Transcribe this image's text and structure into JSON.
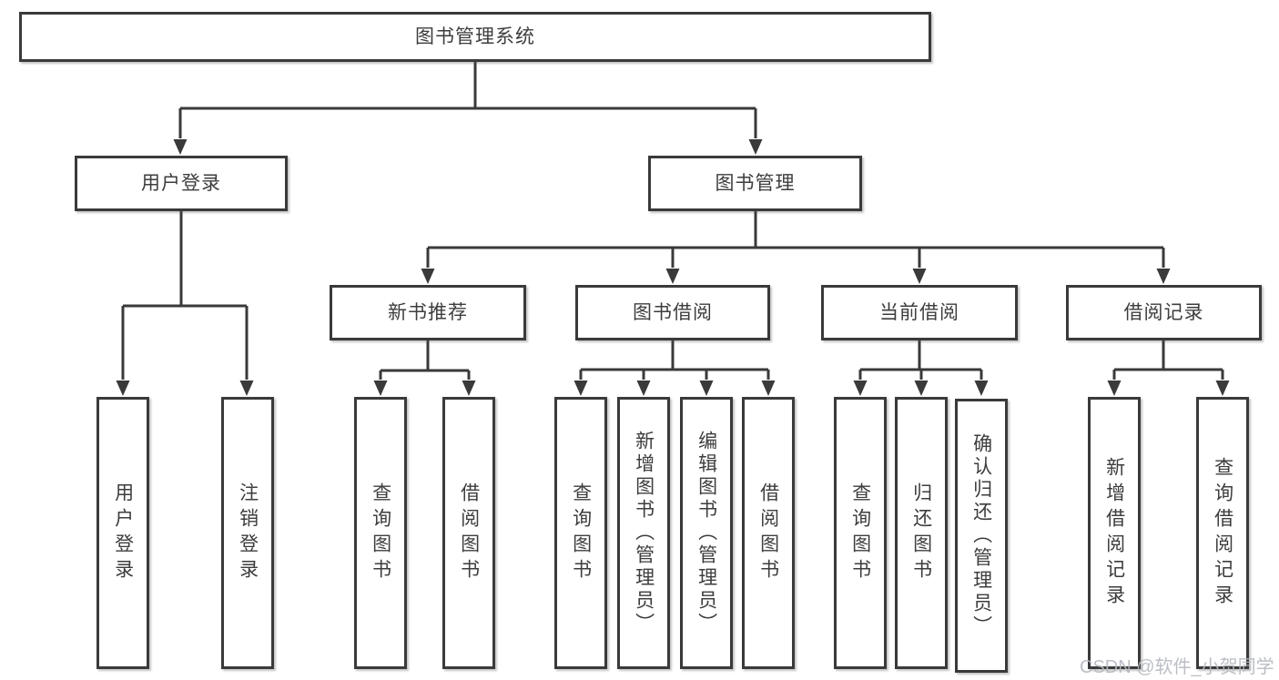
{
  "diagram": {
    "title": "图书管理系统",
    "nodes": {
      "root": "图书管理系统",
      "user_login": "用户登录",
      "book_mgmt": "图书管理",
      "new_book_rec": "新书推荐",
      "book_borrow": "图书借阅",
      "current_borrow": "当前借阅",
      "borrow_records": "借阅记录",
      "leaf_user_login": "用户登录",
      "leaf_logout": "注销登录",
      "leaf_query_book_1": "查询图书",
      "leaf_borrow_book_1": "借阅图书",
      "leaf_query_book_2": "查询图书",
      "leaf_add_book": "新增图书（管理员）",
      "leaf_edit_book": "编辑图书（管理员）",
      "leaf_borrow_book_2": "借阅图书",
      "leaf_query_book_3": "查询图书",
      "leaf_return_book": "归还图书",
      "leaf_confirm_return": "确认归还（管理员）",
      "leaf_add_record": "新增借阅记录",
      "leaf_query_record": "查询借阅记录"
    },
    "hierarchy": {
      "root": [
        "user_login",
        "book_mgmt"
      ],
      "user_login": [
        "leaf_user_login",
        "leaf_logout"
      ],
      "book_mgmt": [
        "new_book_rec",
        "book_borrow",
        "current_borrow",
        "borrow_records"
      ],
      "new_book_rec": [
        "leaf_query_book_1",
        "leaf_borrow_book_1"
      ],
      "book_borrow": [
        "leaf_query_book_2",
        "leaf_add_book",
        "leaf_edit_book",
        "leaf_borrow_book_2"
      ],
      "current_borrow": [
        "leaf_query_book_3",
        "leaf_return_book",
        "leaf_confirm_return"
      ],
      "borrow_records": [
        "leaf_add_record",
        "leaf_query_record"
      ]
    },
    "colors": {
      "border": "#3a3a3a",
      "line": "#3a3a3a",
      "text": "#3d3d3d",
      "watermark": "#b4b8bf",
      "background": "#ffffff"
    }
  },
  "watermark": {
    "text": "CSDN @软件_小贺同学"
  }
}
